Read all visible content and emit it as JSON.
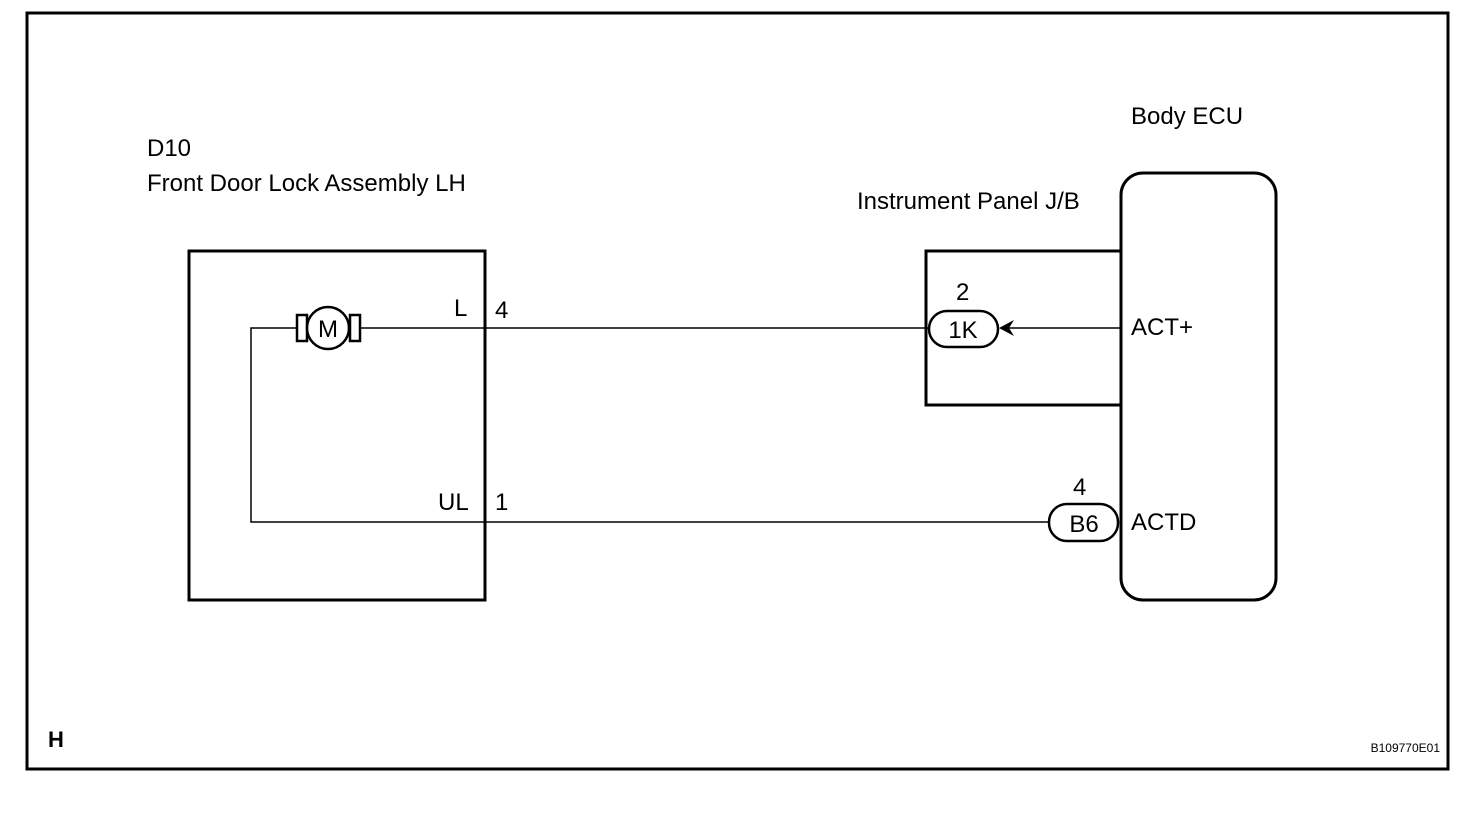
{
  "door_lock": {
    "connector_id": "D10",
    "name": "Front Door Lock Assembly LH",
    "motor_label": "M",
    "terminal_top_name": "L",
    "terminal_top_pin": "4",
    "terminal_bottom_name": "UL",
    "terminal_bottom_pin": "1"
  },
  "junction_block": {
    "name": "Instrument Panel J/B",
    "connector": "1K",
    "pin": "2"
  },
  "ecu": {
    "name": "Body ECU",
    "connector_b": "B6",
    "connector_b_pin": "4",
    "terminal_top": "ACT+",
    "terminal_bottom": "ACTD"
  },
  "footer": {
    "corner_letter": "H",
    "figure_code": "B109770E01"
  }
}
